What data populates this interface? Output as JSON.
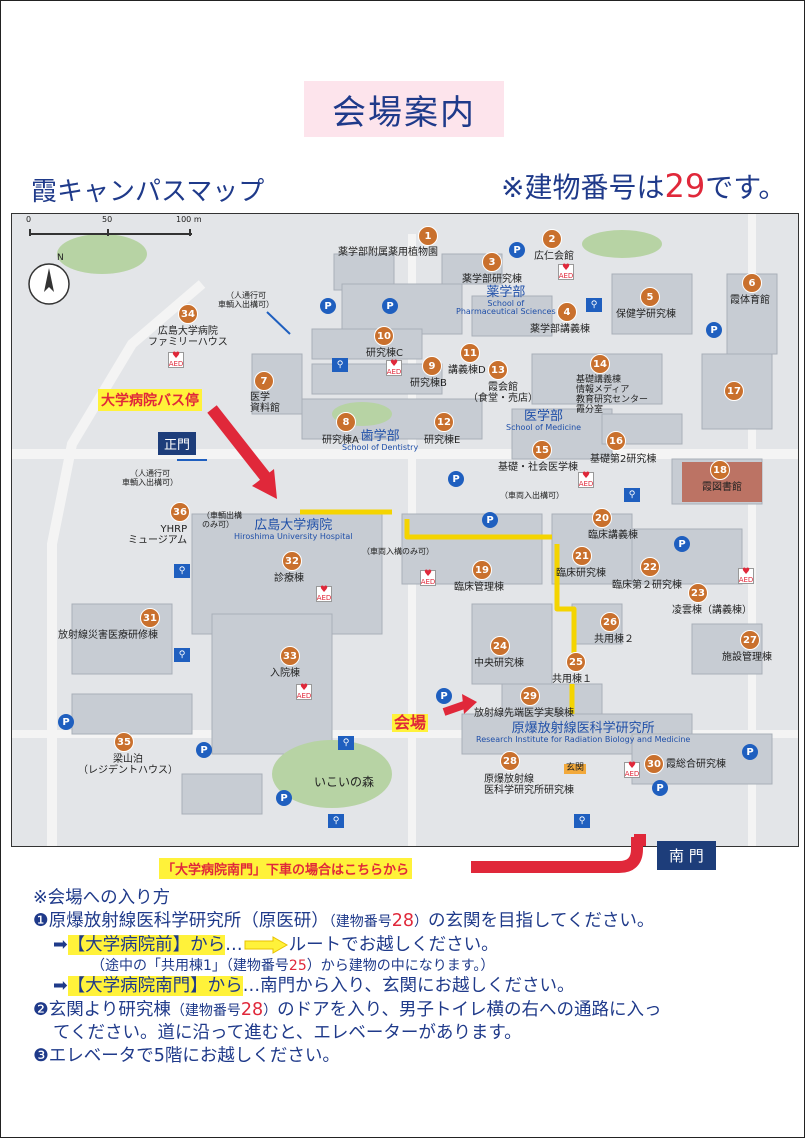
{
  "page_title": "会場案内",
  "map_title": "霞キャンパスマップ",
  "building_note": {
    "prefix": "※建物番号は",
    "number": "29",
    "suffix": "です。"
  },
  "scale": {
    "labels": [
      "0",
      "50",
      "100 m"
    ]
  },
  "compass": "N",
  "colors": {
    "pin": "#c9702d",
    "parking": "#1f5fbf",
    "highlight": "#fff23a",
    "accent": "#e0283a",
    "navy": "#1f3a8a"
  },
  "buildings": [
    {
      "num": "1",
      "label": "薬学部附属薬用植物園"
    },
    {
      "num": "2",
      "label": "広仁会館"
    },
    {
      "num": "3",
      "label": "薬学部研究棟"
    },
    {
      "num": "4",
      "label": "薬学部講義棟"
    },
    {
      "num": "5",
      "label": "保健学研究棟"
    },
    {
      "num": "6",
      "label": "霞体育館"
    },
    {
      "num": "7",
      "label": "医学\n資料館"
    },
    {
      "num": "8",
      "label": "研究棟A"
    },
    {
      "num": "9",
      "label": "研究棟B"
    },
    {
      "num": "10",
      "label": "研究棟C"
    },
    {
      "num": "11",
      "label": "講義棟D"
    },
    {
      "num": "12",
      "label": "研究棟E"
    },
    {
      "num": "13",
      "label": "霞会館\n（食堂・売店）"
    },
    {
      "num": "14",
      "label": "基礎講義棟\n情報メディア\n教育研究センター\n霞分室"
    },
    {
      "num": "15",
      "label": "基礎・社会医学棟"
    },
    {
      "num": "16",
      "label": "基礎第2研究棟"
    },
    {
      "num": "17",
      "label": ""
    },
    {
      "num": "18",
      "label": "霞図書館"
    },
    {
      "num": "19",
      "label": "臨床管理棟"
    },
    {
      "num": "20",
      "label": "臨床講義棟"
    },
    {
      "num": "21",
      "label": "臨床研究棟"
    },
    {
      "num": "22",
      "label": "臨床第２研究棟"
    },
    {
      "num": "23",
      "label": "凌雲棟（講義棟）"
    },
    {
      "num": "24",
      "label": "中央研究棟"
    },
    {
      "num": "25",
      "label": "共用棟１"
    },
    {
      "num": "26",
      "label": "共用棟２"
    },
    {
      "num": "27",
      "label": "施設管理棟"
    },
    {
      "num": "28",
      "label": "原爆放射線\n医科学研究所研究棟"
    },
    {
      "num": "29",
      "label": "放射線先端医学実験棟"
    },
    {
      "num": "30",
      "label": "霞総合研究棟"
    },
    {
      "num": "31",
      "label": "放射線災害医療研修棟"
    },
    {
      "num": "32",
      "label": "診療棟"
    },
    {
      "num": "33",
      "label": "入院棟"
    },
    {
      "num": "34",
      "label": "広島大学病院\nファミリーハウス"
    },
    {
      "num": "35",
      "label": "梁山泊\n（レジデントハウス）"
    },
    {
      "num": "36",
      "label": "YHRP\nミュージアム"
    }
  ],
  "faculties": {
    "pharm": {
      "ja": "薬学部",
      "en": "School of\nPharmaceutical Sciences"
    },
    "dent": {
      "ja": "歯学部",
      "en": "School of Dentistry"
    },
    "med": {
      "ja": "医学部",
      "en": "School of Medicine"
    },
    "hosp": {
      "ja": "広島大学病院",
      "en": "Hiroshima University Hospital"
    },
    "rirbm": {
      "ja": "原爆放射線医科学研究所",
      "en": "Research Institute for Radiation Biology and Medicine"
    }
  },
  "map_labels": {
    "bus_stop": "大学病院バス停",
    "main_gate": "正門",
    "south_gate": "南 門",
    "venue": "会場",
    "entrance": "玄関",
    "forest": "いこいの森",
    "ped_only_1": "（人通行可\n車輌入出構可）",
    "ped_only_2": "（人通行可\n車輌入出構可）",
    "vehicle_in_out": "（車両入出構可）",
    "vehicle_out_only": "（車輌出構\nのみ可）",
    "vehicle_in_only": "（車両入構のみ可）",
    "south_gate_note": "「大学病院南門」下車の場合はこちらから"
  },
  "icons": {
    "parking": "P",
    "bike": "bike-icon",
    "aed_line1": "AED"
  },
  "notes": {
    "heading": "※会場への入り方",
    "step1": {
      "bullet": "❶",
      "a": "原爆放射線医科学研究所（原医研）",
      "b": "（建物番号",
      "num": "28",
      "c": "）",
      "d": "の玄関を目指してください。"
    },
    "route_a": {
      "arrow": "➡",
      "hl": "【大学病院前】から",
      "rest": "…",
      "rest2": "ルートでお越しください。"
    },
    "route_a_note": {
      "a": "（途中の「共用棟1」（建物番号",
      "num": "25",
      "b": "）から建物の中になります。）"
    },
    "route_b": {
      "arrow": "➡",
      "hl": "【大学病院南門】から",
      "rest": "…南門から入り、玄関にお越しください。"
    },
    "step2": {
      "bullet": "❷",
      "a": "玄関より研究棟",
      "b": "（建物番号",
      "num": "28",
      "c": "）",
      "d": "のドアを入り、男子トイレ横の右への通路に入っ"
    },
    "step2_cont": "てください。道に沿って進むと、エレベーターがあります。",
    "step3": {
      "bullet": "❸",
      "a": "エレベータで5階にお越しください。"
    }
  }
}
